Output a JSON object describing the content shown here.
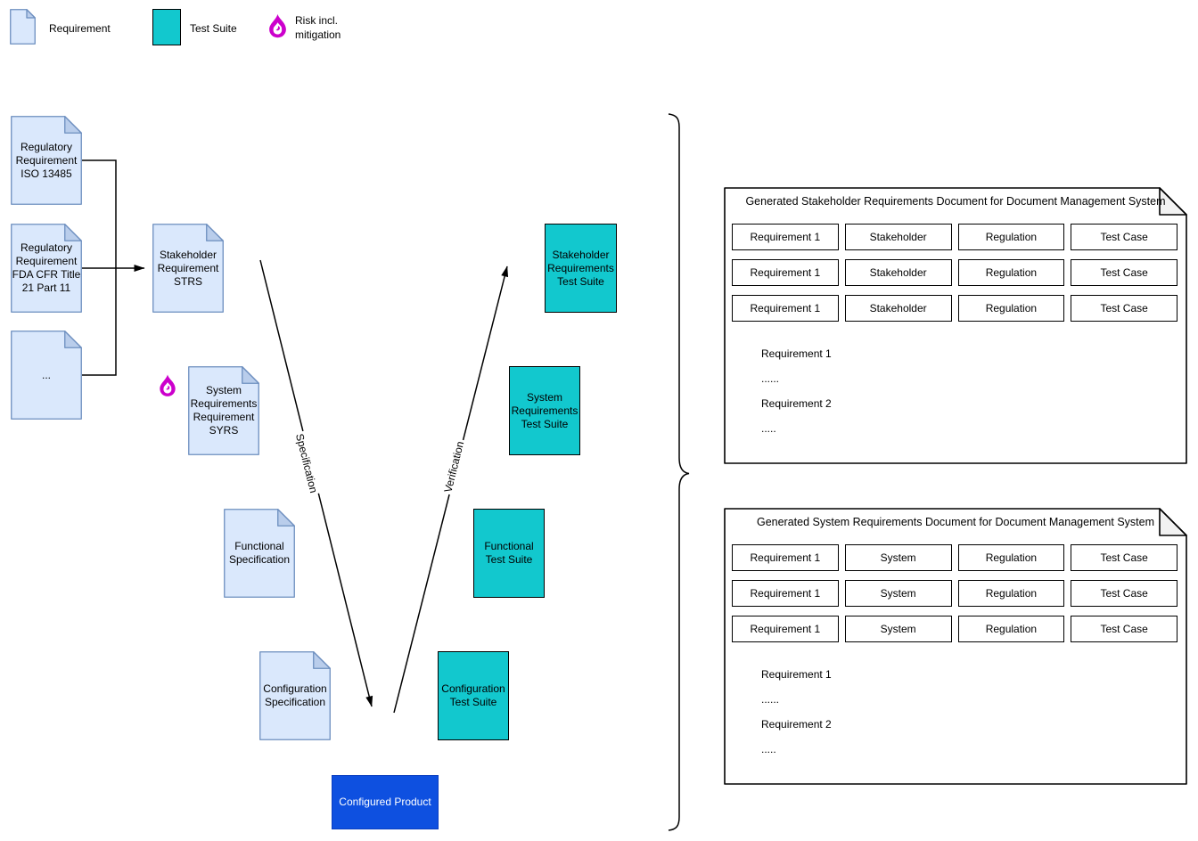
{
  "legend": {
    "requirement_label": "Requirement",
    "test_suite_label": "Test Suite",
    "risk_label": "Risk incl.\nmitigation"
  },
  "colors": {
    "requirement_fill": "#DAE8FC",
    "requirement_stroke": "#6C8EBF",
    "test_suite_fill": "#12C8CE",
    "product_fill": "#0E50E0",
    "risk_color": "#CC00CC"
  },
  "vmodel": {
    "nodes": {
      "reg_iso": "Regulatory\nRequirement\nISO 13485",
      "reg_fda": "Regulatory\nRequirement\nFDA CFR Title\n21 Part 11",
      "reg_more": "...",
      "strs": "Stakeholder\nRequirement\nSTRS",
      "syrs": "System\nRequirements\nRequirement\nSYRS",
      "functional_spec": "Functional\nSpecification",
      "configuration_spec": "Configuration\nSpecification",
      "stakeholder_ts": "Stakeholder\nRequirements\nTest Suite",
      "system_ts": "System\nRequirements\nTest Suite",
      "functional_ts": "Functional\nTest Suite",
      "configuration_ts": "Configuration\nTest Suite",
      "product": "Configured Product"
    },
    "edges": {
      "specification": "Specification",
      "verification": "Verification"
    }
  },
  "generated_docs": [
    {
      "title": "Generated Stakeholder Requirements Document for Document Management System",
      "rows": [
        [
          "Requirement 1",
          "Stakeholder",
          "Regulation",
          "Test Case"
        ],
        [
          "Requirement 1",
          "Stakeholder",
          "Regulation",
          "Test Case"
        ],
        [
          "Requirement 1",
          "Stakeholder",
          "Regulation",
          "Test Case"
        ]
      ],
      "body": [
        "Requirement 1",
        "......",
        "Requirement 2",
        "....."
      ]
    },
    {
      "title": "Generated System Requirements Document for Document Management System",
      "rows": [
        [
          "Requirement 1",
          "System",
          "Regulation",
          "Test Case"
        ],
        [
          "Requirement 1",
          "System",
          "Regulation",
          "Test Case"
        ],
        [
          "Requirement 1",
          "System",
          "Regulation",
          "Test Case"
        ]
      ],
      "body": [
        "Requirement 1",
        "......",
        "Requirement 2",
        "....."
      ]
    }
  ]
}
